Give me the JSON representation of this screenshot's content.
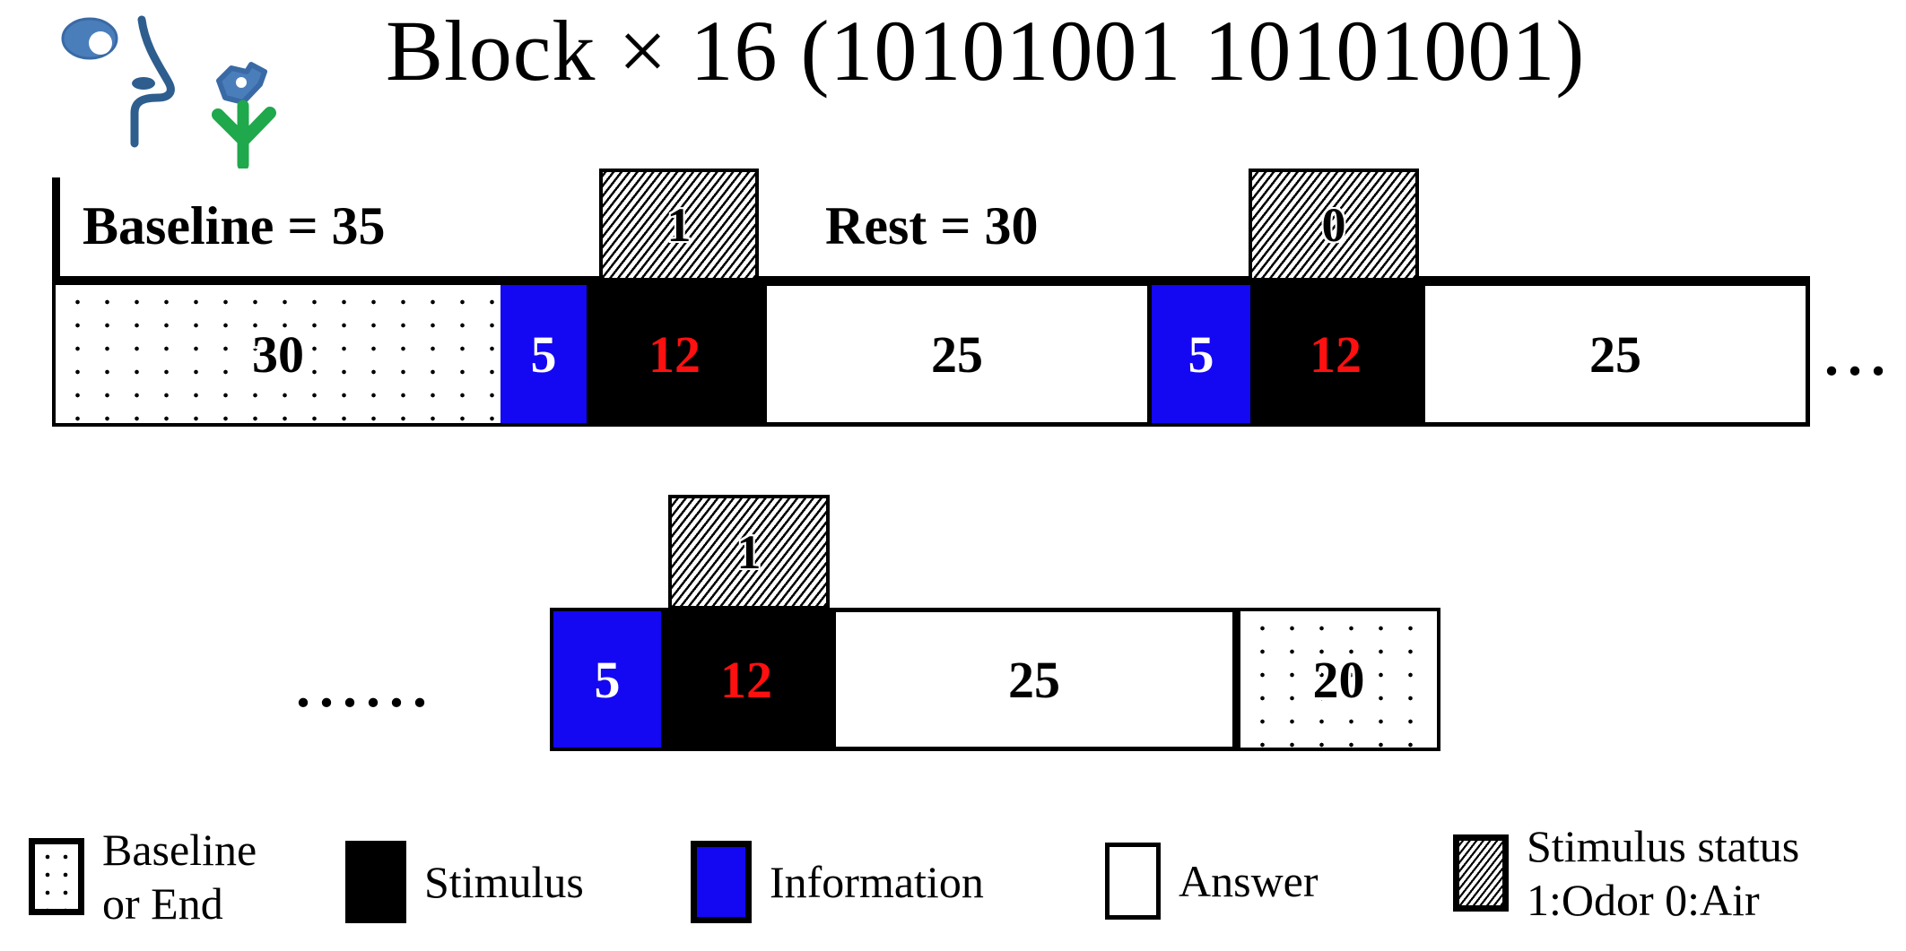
{
  "header": {
    "icon_smell": "nose-smell-icon",
    "icon_flower": "flower-icon",
    "title": "Block × 16 (10101001 10101001)"
  },
  "row1": {
    "labels": [
      {
        "text": "Baseline = 35"
      },
      {
        "text": "Rest = 30"
      }
    ],
    "status_boxes": [
      {
        "value": "1"
      },
      {
        "value": "0"
      }
    ],
    "blocks": [
      {
        "type": "baseline",
        "value": "30"
      },
      {
        "type": "information",
        "value": "5"
      },
      {
        "type": "stimulus",
        "value": "12"
      },
      {
        "type": "answer",
        "value": "25"
      },
      {
        "type": "information",
        "value": "5"
      },
      {
        "type": "stimulus",
        "value": "12"
      },
      {
        "type": "answer",
        "value": "25"
      }
    ],
    "trailing_ellipsis": "..."
  },
  "row2": {
    "leading_ellipsis": "......",
    "status_boxes": [
      {
        "value": "1"
      }
    ],
    "blocks": [
      {
        "type": "information",
        "value": "5"
      },
      {
        "type": "stimulus",
        "value": "12"
      },
      {
        "type": "answer",
        "value": "25"
      },
      {
        "type": "end",
        "value": "20"
      }
    ]
  },
  "legend": {
    "items": [
      {
        "swatch": "baseline-or-end-swatch",
        "line1": "Baseline",
        "line2": "or End"
      },
      {
        "swatch": "stimulus-swatch",
        "line1": "Stimulus",
        "line2": ""
      },
      {
        "swatch": "information-swatch",
        "line1": "Information",
        "line2": ""
      },
      {
        "swatch": "answer-swatch",
        "line1": "Answer",
        "line2": ""
      },
      {
        "swatch": "stimulus-status-swatch",
        "line1": "Stimulus status",
        "line2": "1:Odor 0:Air"
      }
    ]
  },
  "colors": {
    "information": "#1407F2",
    "stimulus": "#000000",
    "stimulus_text": "#FF1010",
    "answer": "#FFFFFF",
    "icon_blue": "#4A7EBB",
    "icon_green": "#1FA84C"
  }
}
